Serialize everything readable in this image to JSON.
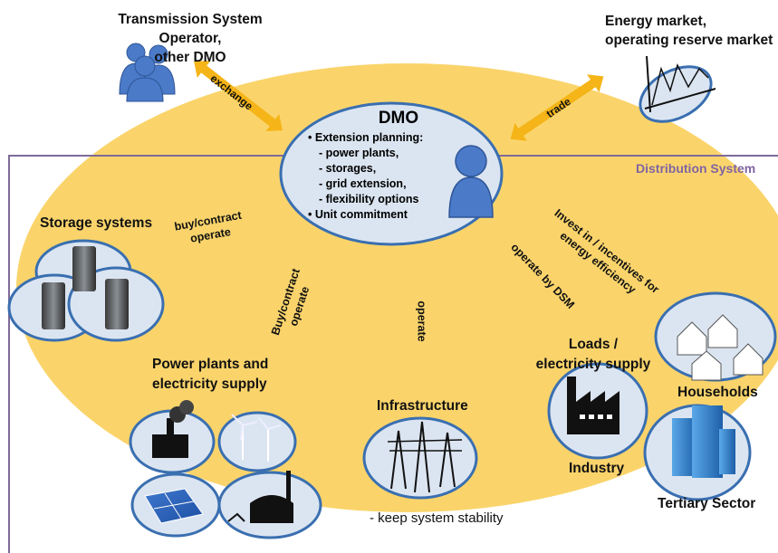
{
  "actors": {
    "tso": "Transmission System Operator,\nother DMO",
    "market": "Energy market,\noperating reserve market",
    "distribution": "Distribution System",
    "storage": "Storage systems",
    "power_plants": "Power plants and\nelectricity supply",
    "infrastructure": "Infrastructure",
    "loads": "Loads /\nelectricity supply",
    "households": "Households",
    "industry": "Industry",
    "tertiary": "Tertiary Sector"
  },
  "dmo": {
    "title": "DMO",
    "items": [
      {
        "bullet": true,
        "text": "Extension planning:"
      },
      {
        "bullet": false,
        "text": "- power plants,"
      },
      {
        "bullet": false,
        "text": "- storages,"
      },
      {
        "bullet": false,
        "text": "- grid extension,"
      },
      {
        "bullet": false,
        "text": "- flexibility options"
      },
      {
        "bullet": true,
        "text": "Unit commitment"
      }
    ]
  },
  "relations": {
    "exchange": "exchange",
    "trade": "trade",
    "storage_rel": "buy/contract\noperate",
    "power_rel": "Buy/contract\noperate",
    "infra_rel": "operate",
    "loads_rel1": "Invest in / incentives for\nenergy efficiency",
    "loads_rel2": "operate by DSM"
  },
  "notes": {
    "stability": "- keep system stability"
  },
  "colors": {
    "ellipse": "#fad46b",
    "bubble_fill": "#dbe5f1",
    "bubble_stroke": "#3a6fb0",
    "arrow": "#f5b417",
    "boundary": "#7e6a9a",
    "distribution_text": "#8064a2",
    "person": "#4a7ac8"
  }
}
